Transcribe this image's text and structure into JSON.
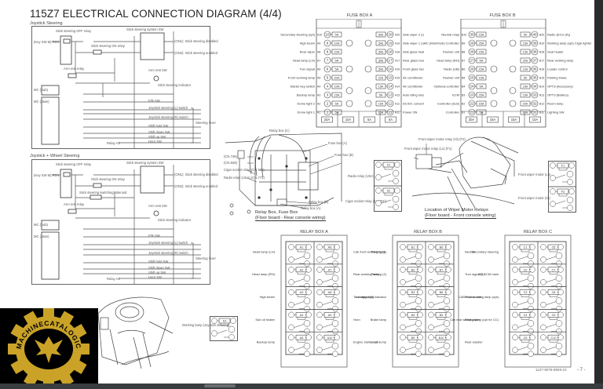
{
  "document": {
    "title": "115Z7 ELECTRICAL CONNECTION DIAGRAM (4/4)",
    "page_number": "- 7 -",
    "footer_code": "11Z7-9078-8909-10"
  },
  "schematic_joystick": {
    "section_label": "Joystick Steering",
    "labels": {
      "key_sw": "(Key SW M) F3/4",
      "off_relay": "Stick steering OFF relay",
      "on_relay": "Stick steering ON relay",
      "system_sw": "Stick steering system SW",
      "on1": "(ON1): Stick steering disabled",
      "on2": "(ON2): Stick steering enabled",
      "armrest_relay": "Arm rest relay",
      "armrest_sw": "Arm rest SW",
      "indicator": "Stick steering indicator",
      "mc_sub": "MC (Sub)",
      "mc_main": "MC (Main)",
      "fr_sw": "F/R SW",
      "joy_l": "Joystick steering (L) switch",
      "joy_r": "Joystick steering (R) switch",
      "steering_lever": "Steering lever",
      "shift_hold": "Shift hold SW",
      "shift_down": "Shift down SW",
      "shift_up": "Shift up SW",
      "horn": "Horn SW",
      "relay_a3": "Relay A3"
    }
  },
  "schematic_wheel": {
    "section_label": "Joystick + Wheel Steering",
    "labels": {
      "key_sw": "(Key SW M) F3/4",
      "off_relay": "Stick steering OFF relay",
      "on_relay": "Stick steering ON relay",
      "switching": "Stick steering switching solenoid",
      "system_sw": "Stick steering system SW",
      "on1": "(ON1): Stick steering disabled",
      "on2": "(ON2): Stick steering enabled",
      "armrest_relay": "Arm rest relay",
      "armrest_sw": "Arm rest SW",
      "indicator": "Stick steering indicator",
      "mc_sub": "MC (Sub)",
      "mc_main": "MC (Main)",
      "fr_sw": "F/R SW",
      "joy_l": "Joystick steering (L) switch",
      "joy_r": "Joystick steering (R) switch",
      "steering_lever": "Steering lever",
      "shift_hold": "Shift hold SW",
      "shift_down": "Shift down SW",
      "shift_up": "Shift up SW",
      "horn": "Horn SW",
      "relay_a3": "Relay A3"
    }
  },
  "fuse_box_a": {
    "title": "FUSE BOX A",
    "left": [
      {
        "label": "Secondary steering (opt)",
        "pin": "A10",
        "num": "10",
        "amp": "5A"
      },
      {
        "label": "High beam",
        "pin": "A9",
        "num": "9",
        "amp": "10A"
      },
      {
        "label": "Rear wiper",
        "pin": "A8",
        "num": "8",
        "amp": "10A"
      },
      {
        "label": "Head lamp (LH)",
        "pin": "A7",
        "num": "7",
        "amp": "5A"
      },
      {
        "label": "Turn signal",
        "pin": "A6",
        "num": "6",
        "amp": "5A"
      },
      {
        "label": "Front working lamp",
        "pin": "A5",
        "num": "5",
        "amp": "20A"
      },
      {
        "label": "Starter key switch",
        "pin": "A4",
        "num": "4",
        "amp": "10A"
      },
      {
        "label": "Backup lamp",
        "pin": "A3",
        "num": "3",
        "amp": "15A"
      },
      {
        "label": "Dome light 2",
        "pin": "A2",
        "num": "2",
        "amp": "5A"
      },
      {
        "label": "Dome light 1",
        "pin": "A1",
        "num": "1",
        "amp": "5A"
      }
    ],
    "right": [
      {
        "label": "Side wiper 2 (opt)",
        "pin": "A20",
        "num": "20",
        "amp": "(5A)"
      },
      {
        "label": "Side wiper 1 (opt)",
        "pin": "A19",
        "num": "19",
        "amp": "(5A)"
      },
      {
        "label": "Side glass heater (opt)",
        "pin": "A18",
        "num": "18",
        "amp": "(5A)"
      },
      {
        "label": "Rear glass heater (opt)",
        "pin": "A17",
        "num": "17",
        "amp": "(5A)"
      },
      {
        "label": "Front glass heater (opt)",
        "pin": "A16",
        "num": "16",
        "amp": "(5A)"
      },
      {
        "label": "Air conditioner 2",
        "pin": "A15",
        "num": "15",
        "amp": "20A"
      },
      {
        "label": "Air conditioner 1",
        "pin": "A14",
        "num": "14",
        "amp": "15A"
      },
      {
        "label": "Auto idling relay",
        "pin": "A13",
        "num": "13",
        "amp": "5A"
      },
      {
        "label": "DC/DC converter",
        "pin": "A12",
        "num": "12",
        "amp": "15A"
      },
      {
        "label": "Power ON",
        "pin": "A11",
        "num": "11",
        "amp": "15A"
      }
    ],
    "spares": [
      "20A",
      "10A",
      "5A",
      "5A"
    ]
  },
  "fuse_box_b": {
    "title": "FUSE BOX B",
    "left": [
      {
        "label": "Neutral relay",
        "pin": "B10",
        "num": "30",
        "amp": "15A"
      },
      {
        "label": "MC (Main/Sub) Controller",
        "pin": "B9",
        "num": "29",
        "amp": "25A"
      },
      {
        "label": "Flasher unit",
        "pin": "B8",
        "num": "28",
        "amp": "15A"
      },
      {
        "label": "Head lamp (RH)",
        "pin": "B7",
        "num": "27",
        "amp": "5A"
      },
      {
        "label": "Radio (UB)",
        "pin": "B6",
        "num": "26",
        "amp": "15A"
      },
      {
        "label": "Flasher unit",
        "pin": "B5",
        "num": "25",
        "amp": "15A"
      },
      {
        "label": "Optional controller",
        "pin": "B4",
        "num": "24",
        "amp": "5A"
      },
      {
        "label": "ECM",
        "pin": "B3",
        "num": "23",
        "amp": "25A"
      },
      {
        "label": "Controller (Sub)",
        "pin": "B2",
        "num": "22",
        "amp": "15A"
      },
      {
        "label": "Controller",
        "pin": "B1",
        "num": "21",
        "amp": "5A"
      }
    ],
    "right": [
      {
        "label": "Radio (ECU (A))",
        "pin": "B20",
        "num": "40",
        "amp": "5A"
      },
      {
        "label": "Working lamp (opt) Cigar lighter",
        "pin": "B19",
        "num": "39",
        "amp": "15A"
      },
      {
        "label": "Seat heater",
        "pin": "B18",
        "num": "38",
        "amp": "15A"
      },
      {
        "label": "Rear working lamp",
        "pin": "B17",
        "num": "37",
        "amp": "20A"
      },
      {
        "label": "Loader control",
        "pin": "B16",
        "num": "36",
        "amp": "10A"
      },
      {
        "label": "Parking brake",
        "pin": "B15",
        "num": "35",
        "amp": "5A"
      },
      {
        "label": "OPT3 (Accessory)",
        "pin": "B14",
        "num": "34",
        "amp": "15A"
      },
      {
        "label": "OPT3 (Battery)",
        "pin": "B13",
        "num": "33",
        "amp": "15A"
      },
      {
        "label": "Room lamp",
        "pin": "B12",
        "num": "32",
        "amp": "20A"
      },
      {
        "label": "Lighting SW",
        "pin": "B11",
        "num": "31",
        "amp": "10A"
      }
    ],
    "spares": [
      "30A",
      "15A",
      "15A",
      "10A"
    ]
  },
  "relay_box_location": {
    "relay_box_c": "Relay box (C)",
    "fuse_box_a": "Fuse box (A)",
    "fuse_box_b": "Fuse box (B)",
    "relay_box_b": "Relay box (B)",
    "relay_box_a": "Relay box (A)",
    "con_labels": [
      "(CN.746)",
      "(CN.849)",
      "Cigar socket relay (CN.772)",
      "Radio relay (USA) (CN.771)"
    ],
    "caption_line1": "Relay Box, Fuse Box",
    "caption_line2": "(Floor board - Rear console wiring)",
    "side_relays": [
      {
        "label": "Radio relay (USA)",
        "code": "S1"
      },
      {
        "label": "Cigar socket relay (12 VDC)",
        "code": "S2"
      }
    ]
  },
  "wiper_location": {
    "hi_relay": "Front wiper motor relay (Hi) (F2)",
    "lo_relay": "Front wiper motor relay (Lo) (F1)",
    "caption_line1": "Location of Wiper Motor Relays",
    "caption_line2": "(Floor board - Front console wiring)",
    "side_relays": [
      {
        "label": "Front wiper motor (Lo)",
        "code": "F1"
      },
      {
        "label": "Front wiper motor (Hi)",
        "code": "F2"
      }
    ]
  },
  "relay_box_a": {
    "title": "RELAY BOX A",
    "left_labels": [
      "Head lamp (LH)",
      "Head lamp (RH)",
      "High beam",
      "Sub oil heater",
      "Backup lamp"
    ],
    "right_labels": [
      "Cab front working lamp",
      "Rear working lamp",
      "Turn signal (R)",
      "Horn",
      "Engine starter cut"
    ],
    "codes": [
      "A1",
      "A6",
      "A2",
      "A7",
      "A3",
      "A8",
      "A4",
      "A9",
      "A5",
      "A10"
    ]
  },
  "relay_box_b": {
    "title": "RELAY BOX B",
    "left_labels": [
      "Parking (1)",
      "Parking (2)",
      "Loading stop indicator",
      "Brake lamp",
      "Load dump"
    ],
    "right_labels": [
      "Neutral",
      "Turn signal (L)",
      "Flasher unit",
      "Rear wiper",
      "Rear washer"
    ],
    "codes": [
      "B1",
      "B6",
      "B2",
      "B7",
      "B3",
      "B8",
      "B4",
      "B9",
      "B5",
      "B10"
    ]
  },
  "relay_box_c": {
    "title": "RELAY BOX C",
    "left_labels": [
      "Secondary steering",
      "DG ECM main",
      "CAB front working lamp (opt)",
      "Cab rear working lamp (opt for CC)",
      ""
    ],
    "codes": [
      "C1",
      "C6",
      "C2",
      "C7",
      "C3",
      "C8",
      "C4",
      "C9",
      "C5",
      "C10"
    ]
  },
  "steering_detail": {
    "label": "Working lamp (Joystick steering)",
    "code": "S3"
  },
  "logo": {
    "text": "MACHINECATALOGIC",
    "colors": {
      "gear": "#c9a227",
      "bg": "#000000"
    }
  }
}
